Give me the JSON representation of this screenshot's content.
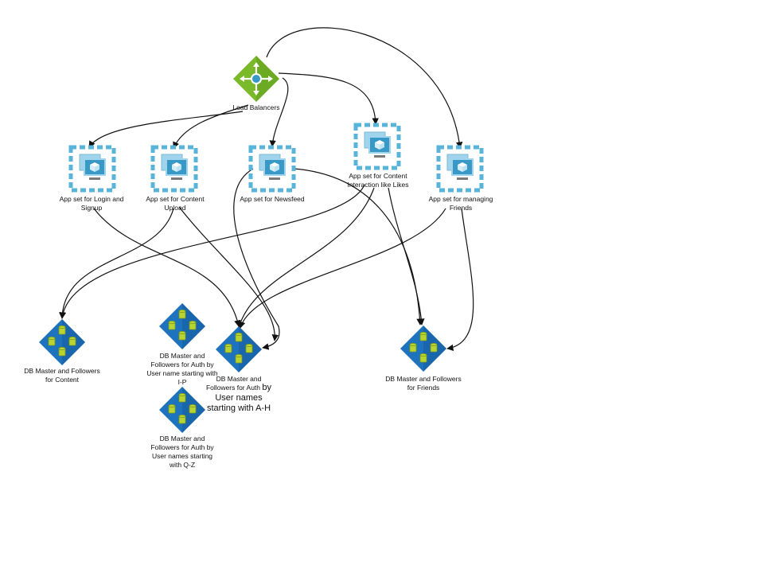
{
  "nodes": {
    "lb": {
      "label": "Load Balancers"
    },
    "app_login": {
      "label": "App set for Login and Signup"
    },
    "app_upload": {
      "label": "App set for Content Upload"
    },
    "app_newsfeed": {
      "label": "App set for Newsfeed"
    },
    "app_interaction": {
      "label": "App set for Content Interaction like Likes"
    },
    "app_friends": {
      "label": "App set for managing Friends"
    },
    "db_content": {
      "label": "DB Master and Followers for Content"
    },
    "db_auth_ip": {
      "label": "DB Master and Followers for Auth by User name starting with I-P"
    },
    "db_auth_ah": {
      "label_small": "DB Master and Followers for Auth",
      "label_big_inline": "by",
      "label_big": "User names starting with A-H"
    },
    "db_auth_qz": {
      "label": "DB Master and Followers for Auth by User names starting with Q-Z"
    },
    "db_friends": {
      "label": "DB Master and Followers for Friends"
    }
  },
  "colors": {
    "lb_green": "#7ab929",
    "lb_green_dark": "#5e9a1c",
    "vm_dash": "#59b4d9",
    "vm_screen": "#3999c6",
    "db_blue": "#1e73be",
    "db_cyl": "#b8d432",
    "edge": "#111111"
  }
}
